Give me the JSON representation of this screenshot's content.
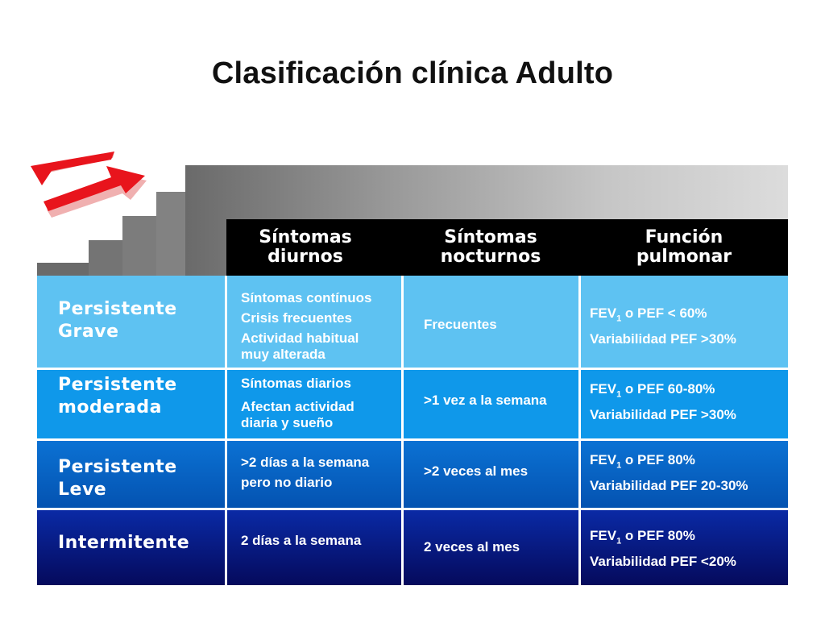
{
  "slide": {
    "title": "Clasificación clínica Adulto"
  },
  "table": {
    "headers": [
      {
        "line1": "Síntomas",
        "line2": "diurnos"
      },
      {
        "line1": "Síntomas",
        "line2": "nocturnos"
      },
      {
        "line1": "Función",
        "line2": "pulmonar"
      }
    ],
    "rows": [
      {
        "category": [
          "Persistente",
          "Grave"
        ],
        "diurnos": [
          "Síntomas contínuos",
          "Crisis frecuentes",
          "Actividad habitual",
          "muy alterada"
        ],
        "nocturnos": "Frecuentes",
        "funcion_prefix": "FEV",
        "funcion_sub": "1",
        "funcion_suffix": " o PEF < 60%",
        "funcion_line2": "Variabilidad PEF >30%"
      },
      {
        "category": [
          "Persistente",
          "moderada"
        ],
        "diurnos": [
          "Síntomas diarios",
          "Afectan actividad",
          "diaria y sueño"
        ],
        "nocturnos": ">1 vez a la semana",
        "funcion_prefix": "FEV",
        "funcion_sub": "1",
        "funcion_suffix": " o PEF 60-80%",
        "funcion_line2": "Variabilidad PEF >30%"
      },
      {
        "category": [
          "Persistente",
          "Leve"
        ],
        "diurnos": [
          ">2 días a la semana",
          "pero no diario"
        ],
        "nocturnos": ">2 veces al mes",
        "funcion_prefix": "FEV",
        "funcion_sub": "1",
        "funcion_suffix": " o PEF 80%",
        "funcion_line2": "Variabilidad PEF 20-30%"
      },
      {
        "category": [
          "Intermitente"
        ],
        "diurnos": [
          "2 días a la semana"
        ],
        "nocturnos": "2 veces al mes",
        "funcion_prefix": "FEV",
        "funcion_sub": "1",
        "funcion_suffix": " o PEF 80%",
        "funcion_line2": "Variabilidad PEF <20%"
      }
    ]
  },
  "decor": {
    "arrow_icon": "two-way-arrows-icon",
    "arrow_color": "#e8141c",
    "stairs_icon": "staircase"
  }
}
